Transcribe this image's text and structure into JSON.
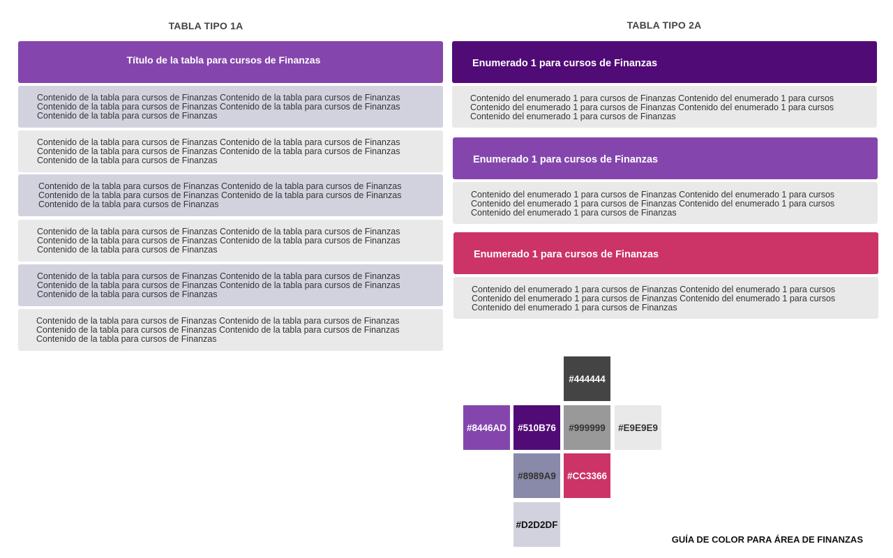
{
  "tabla1": {
    "heading": "TABLA TIPO 1A",
    "title": "Título de la tabla para cursos de Finanzas",
    "title_color": "#8446AD",
    "rows": [
      {
        "text": "Contenido de la tabla para cursos de Finanzas Contenido de la tabla para cursos de Finanzas\nContenido de la tabla para cursos de Finanzas Contenido de la tabla para cursos de Finanzas\nContenido de la tabla para cursos de Finanzas",
        "bg": "#D2D2DF"
      },
      {
        "text": "Contenido de la tabla para cursos de Finanzas Contenido de la tabla para cursos de Finanzas\nContenido de la tabla para cursos de Finanzas Contenido de la tabla para cursos de Finanzas\nContenido de la tabla para cursos de Finanzas",
        "bg": "#E9E9E9"
      },
      {
        "text": "Contenido de la tabla para cursos de Finanzas Contenido de la tabla para cursos de Finanzas\nContenido de la tabla para cursos de Finanzas Contenido de la tabla para cursos de Finanzas\nContenido de la tabla para cursos de Finanzas",
        "bg": "#D2D2DF"
      },
      {
        "text": "Contenido de la tabla para cursos de Finanzas Contenido de la tabla para cursos de Finanzas\nContenido de la tabla para cursos de Finanzas Contenido de la tabla para cursos de Finanzas\nContenido de la tabla para cursos de Finanzas",
        "bg": "#E9E9E9"
      },
      {
        "text": "Contenido de la tabla para cursos de Finanzas Contenido de la tabla para cursos de Finanzas\nContenido de la tabla para cursos de Finanzas Contenido de la tabla para cursos de Finanzas\nContenido de la tabla para cursos de Finanzas",
        "bg": "#D2D2DF"
      },
      {
        "text": "Contenido de la tabla para cursos de Finanzas Contenido de la tabla para cursos de Finanzas\nContenido de la tabla para cursos de Finanzas Contenido de la tabla para cursos de Finanzas\nContenido de la tabla para cursos de Finanzas",
        "bg": "#E9E9E9"
      }
    ]
  },
  "tabla2": {
    "heading": "TABLA TIPO 2A",
    "items": [
      {
        "header": "Enumerado 1 para cursos de Finanzas",
        "color": "#510B76",
        "body": "Contenido del enumerado 1 para cursos de Finanzas Contenido del enumerado 1 para cursos\nContenido del enumerado 1 para cursos de Finanzas Contenido del enumerado 1 para cursos\nContenido del enumerado 1 para cursos de Finanzas"
      },
      {
        "header": "Enumerado 1 para cursos de Finanzas",
        "color": "#8446AD",
        "body": "Contenido del enumerado 1 para cursos de Finanzas Contenido del enumerado 1 para cursos\nContenido del enumerado 1 para cursos de Finanzas Contenido del enumerado 1 para cursos\nContenido del enumerado 1 para cursos de Finanzas"
      },
      {
        "header": "Enumerado 1 para cursos de Finanzas",
        "color": "#CC3366",
        "body": "Contenido del enumerado 1 para cursos de Finanzas Contenido del enumerado 1 para cursos\nContenido del enumerado 1 para cursos de Finanzas Contenido del enumerado 1 para cursos\nContenido del enumerado 1 para cursos de Finanzas"
      }
    ]
  },
  "palette": {
    "swatches": [
      {
        "hex": "#444444",
        "label": "#444444",
        "text_color": "#ffffff"
      },
      {
        "hex": "#8446AD",
        "label": "#8446AD",
        "text_color": "#ffffff"
      },
      {
        "hex": "#510B76",
        "label": "#510B76",
        "text_color": "#ffffff"
      },
      {
        "hex": "#999999",
        "label": "#999999",
        "text_color": "#333333"
      },
      {
        "hex": "#E9E9E9",
        "label": "#E9E9E9",
        "text_color": "#333333"
      },
      {
        "hex": "#8989A9",
        "label": "#8989A9",
        "text_color": "#333333"
      },
      {
        "hex": "#CC3366",
        "label": "#CC3366",
        "text_color": "#ffffff"
      },
      {
        "hex": "#D2D2DF",
        "label": "#D2D2DF",
        "text_color": "#111111"
      }
    ],
    "caption": "GUÍA DE COLOR PARA ÁREA DE FINANZAS"
  }
}
